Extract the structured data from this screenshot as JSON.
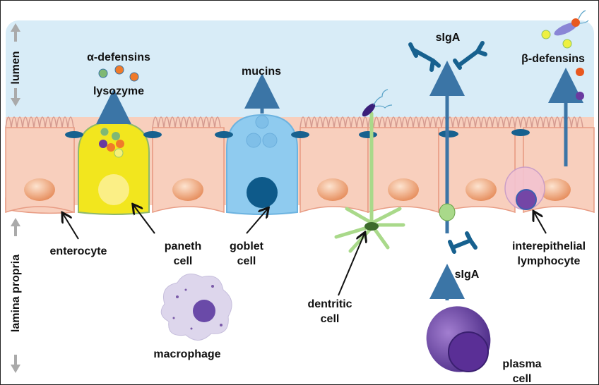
{
  "labels": {
    "lumen": "lumen",
    "lamina_propria": "lamina propria",
    "alpha_defensins": "α-defensins",
    "lysozyme": "lysozyme",
    "mucins": "mucins",
    "siga_top": "sIgA",
    "beta_defensins": "β-defensins",
    "enterocyte": "enterocyte",
    "paneth_cell": [
      "paneth",
      "cell"
    ],
    "goblet_cell": [
      "goblet",
      "cell"
    ],
    "dentritic_cell": [
      "dentritic",
      "cell"
    ],
    "siga_bottom": "sIgA",
    "interepithelial_lymphocyte": [
      "interepithelial",
      "lymphocyte"
    ],
    "macrophage": "macrophage",
    "plasma_cell": [
      "plasma",
      "cell"
    ]
  },
  "colors": {
    "lumen": "#d8ecf7",
    "epithelium": "#f8cfbd",
    "paneth": "#f2e61e",
    "goblet": "#8fcbef",
    "arrow": "#3b75a6",
    "junction": "#17618f",
    "dendritic": "#a9d98a",
    "plasma": "#6a3f9e"
  }
}
